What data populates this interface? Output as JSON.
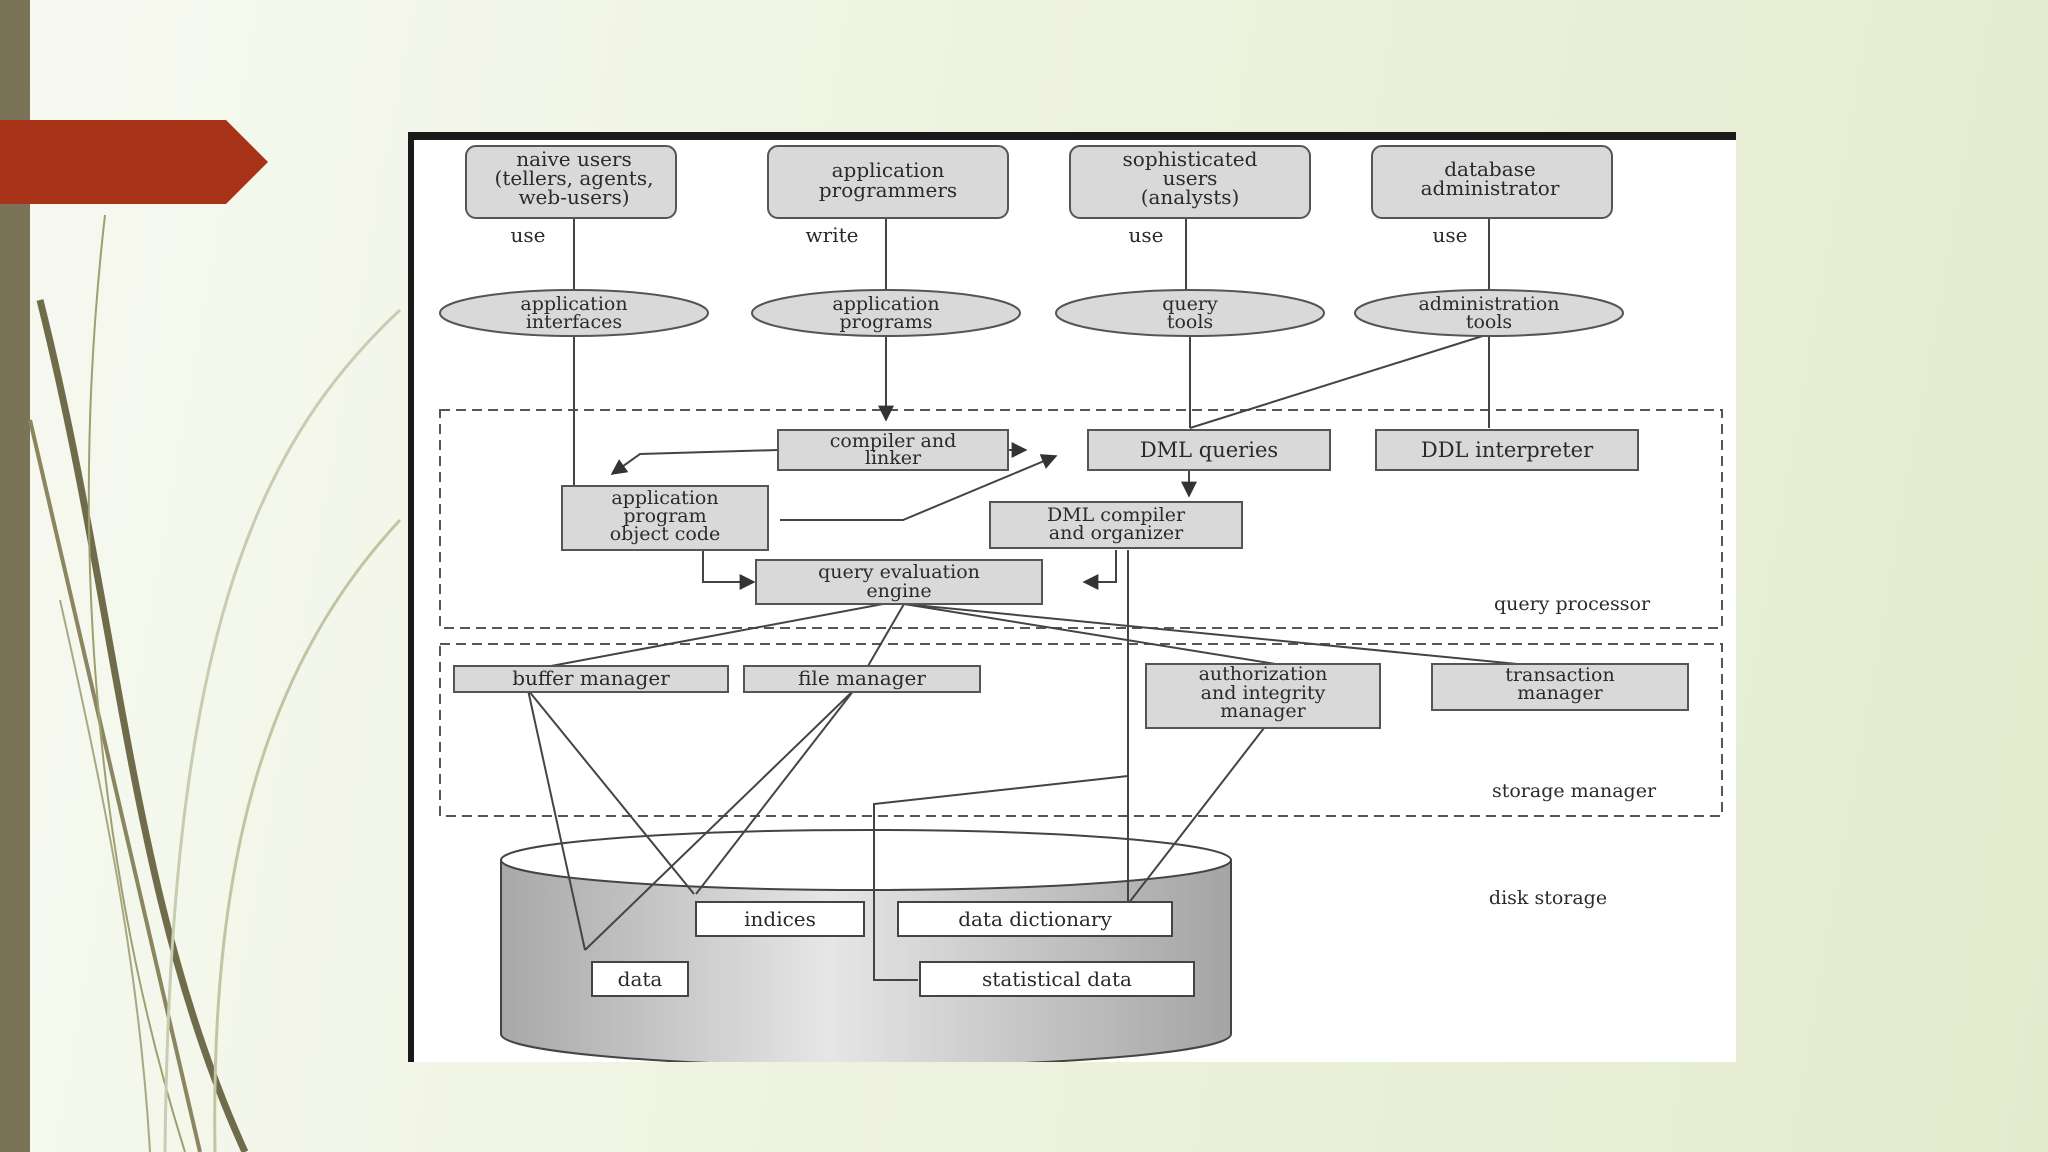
{
  "diagram": {
    "users": [
      {
        "id": "naive",
        "lines": [
          "naive users",
          "(tellers, agents,",
          "web-users)"
        ],
        "verb": "use"
      },
      {
        "id": "programmers",
        "lines": [
          "application",
          "programmers"
        ],
        "verb": "write"
      },
      {
        "id": "sophisticated",
        "lines": [
          "sophisticated",
          "users",
          "(analysts)"
        ],
        "verb": "use"
      },
      {
        "id": "dba",
        "lines": [
          "database",
          "administrator"
        ],
        "verb": "use"
      }
    ],
    "tools": [
      {
        "id": "app-interfaces",
        "lines": [
          "application",
          "interfaces"
        ]
      },
      {
        "id": "app-programs",
        "lines": [
          "application",
          "programs"
        ]
      },
      {
        "id": "query-tools",
        "lines": [
          "query",
          "tools"
        ]
      },
      {
        "id": "admin-tools",
        "lines": [
          "administration",
          "tools"
        ]
      }
    ],
    "query_processor": {
      "label": "query processor",
      "compiler": [
        "compiler and",
        "linker"
      ],
      "dml_queries": [
        "DML queries"
      ],
      "ddl_interpreter": [
        "DDL interpreter"
      ],
      "object_code": [
        "application",
        "program",
        "object code"
      ],
      "dml_compiler": [
        "DML compiler",
        "and organizer"
      ],
      "eval_engine": [
        "query evaluation",
        "engine"
      ]
    },
    "storage_manager": {
      "label": "storage manager",
      "buffer": [
        "buffer manager"
      ],
      "file": [
        "file manager"
      ],
      "authorization": [
        "authorization",
        "and integrity",
        "manager"
      ],
      "transaction": [
        "transaction",
        "manager"
      ]
    },
    "disk_storage": {
      "label": "disk storage",
      "indices": [
        "indices"
      ],
      "data_dictionary": [
        "data dictionary"
      ],
      "data": [
        "data"
      ],
      "statistical": [
        "statistical data"
      ]
    }
  }
}
